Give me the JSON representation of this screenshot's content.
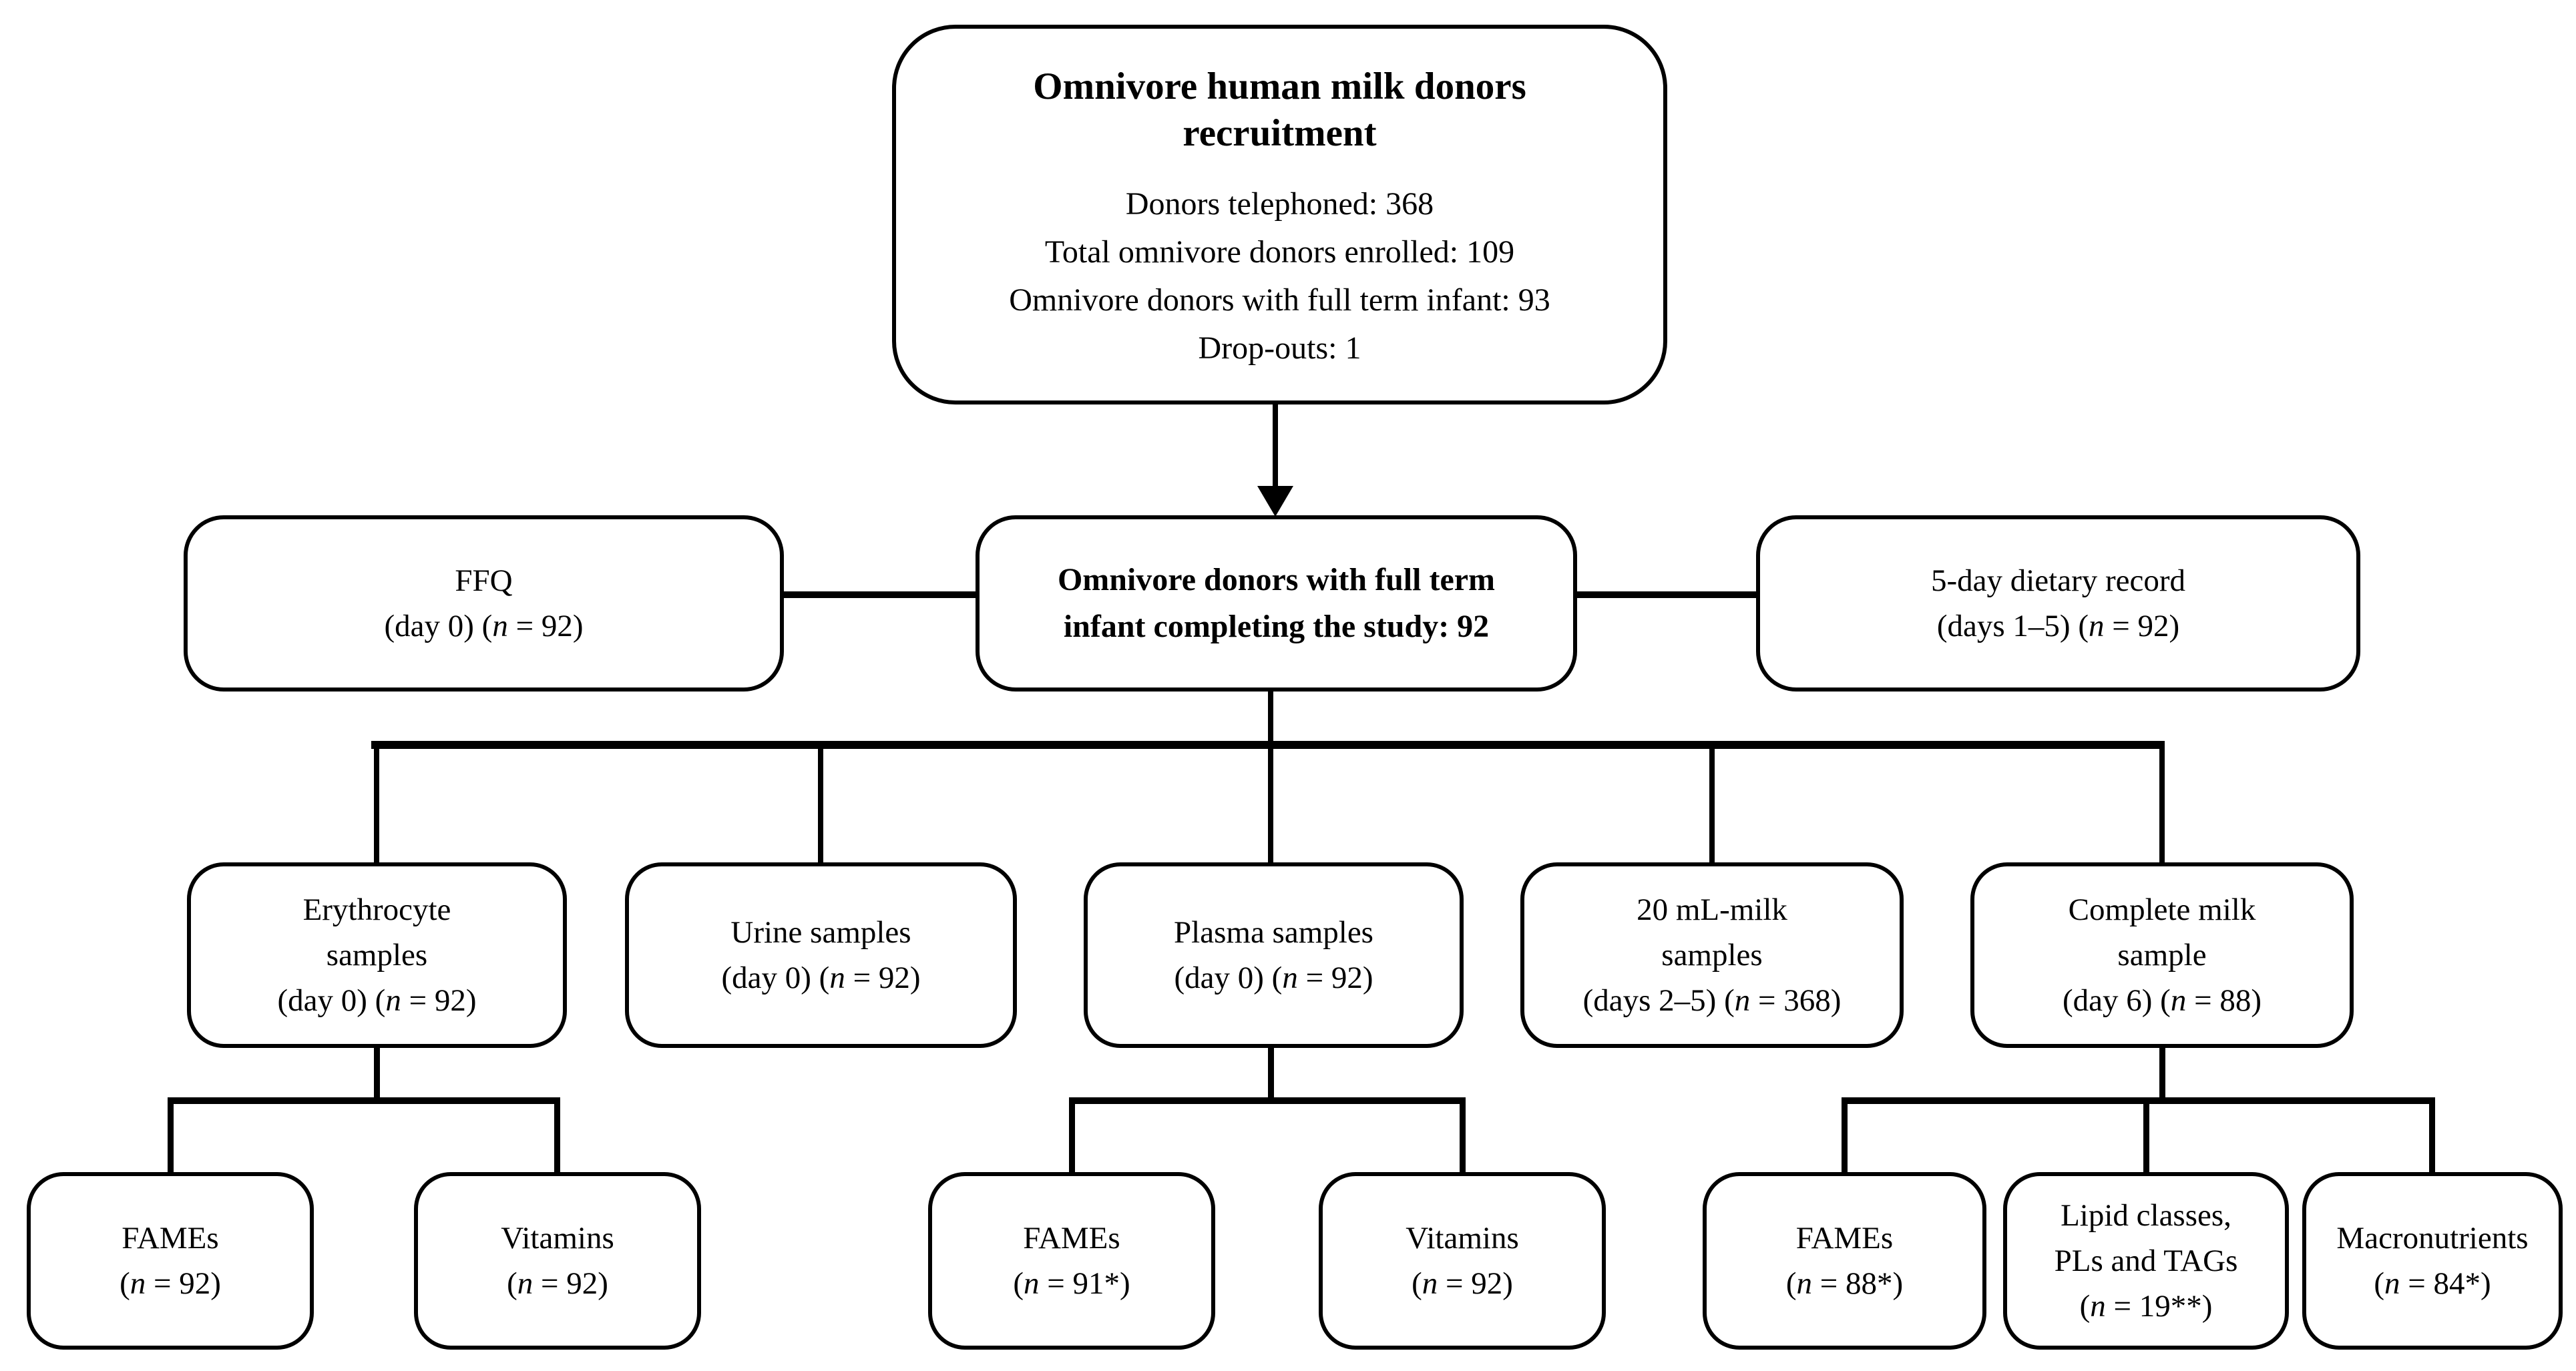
{
  "figure": {
    "background_color": "#ffffff",
    "line_color": "#000000",
    "text_color": "#000000"
  },
  "nodes": {
    "recruitment": {
      "title_lines": [
        "Omnivore human milk donors",
        "recruitment"
      ],
      "lines": [
        "Donors telephoned: 368",
        "Total omnivore donors enrolled: 109",
        "Omnivore donors with full term infant: 93",
        "Drop-outs: 1"
      ]
    },
    "ffq": {
      "lines": [
        "FFQ",
        "(day 0) (n = 92)"
      ]
    },
    "completing": {
      "lines": [
        "Omnivore donors with full term",
        "infant completing the study: 92"
      ]
    },
    "dietary_record": {
      "lines": [
        "5-day dietary record",
        "(days 1–5) (n = 92)"
      ]
    },
    "erythrocyte": {
      "lines": [
        "Erythrocyte",
        "samples",
        "(day 0) (n = 92)"
      ]
    },
    "urine": {
      "lines": [
        "Urine samples",
        "(day 0) (n = 92)"
      ]
    },
    "plasma": {
      "lines": [
        "Plasma samples",
        "(day 0) (n = 92)"
      ]
    },
    "milk_20ml": {
      "lines": [
        "20 mL-milk",
        "samples",
        "(days 2–5) (n = 368)"
      ]
    },
    "complete_milk": {
      "lines": [
        "Complete milk",
        "sample",
        "(day 6) (n = 88)"
      ]
    },
    "fames_erythrocyte": {
      "lines": [
        "FAMEs",
        "(n = 92)"
      ]
    },
    "vitamins_erythrocyte": {
      "lines": [
        "Vitamins",
        "(n = 92)"
      ]
    },
    "fames_plasma": {
      "lines": [
        "FAMEs",
        "(n = 91*)"
      ]
    },
    "vitamins_plasma": {
      "lines": [
        "Vitamins",
        "(n = 92)"
      ]
    },
    "fames_milk": {
      "lines": [
        "FAMEs",
        "(n = 88*)"
      ]
    },
    "lipid_classes": {
      "lines": [
        "Lipid classes,",
        "PLs and TAGs",
        "(n = 19**)"
      ]
    },
    "macronutrients": {
      "lines": [
        "Macronutrients",
        "(n = 84*)"
      ]
    }
  }
}
